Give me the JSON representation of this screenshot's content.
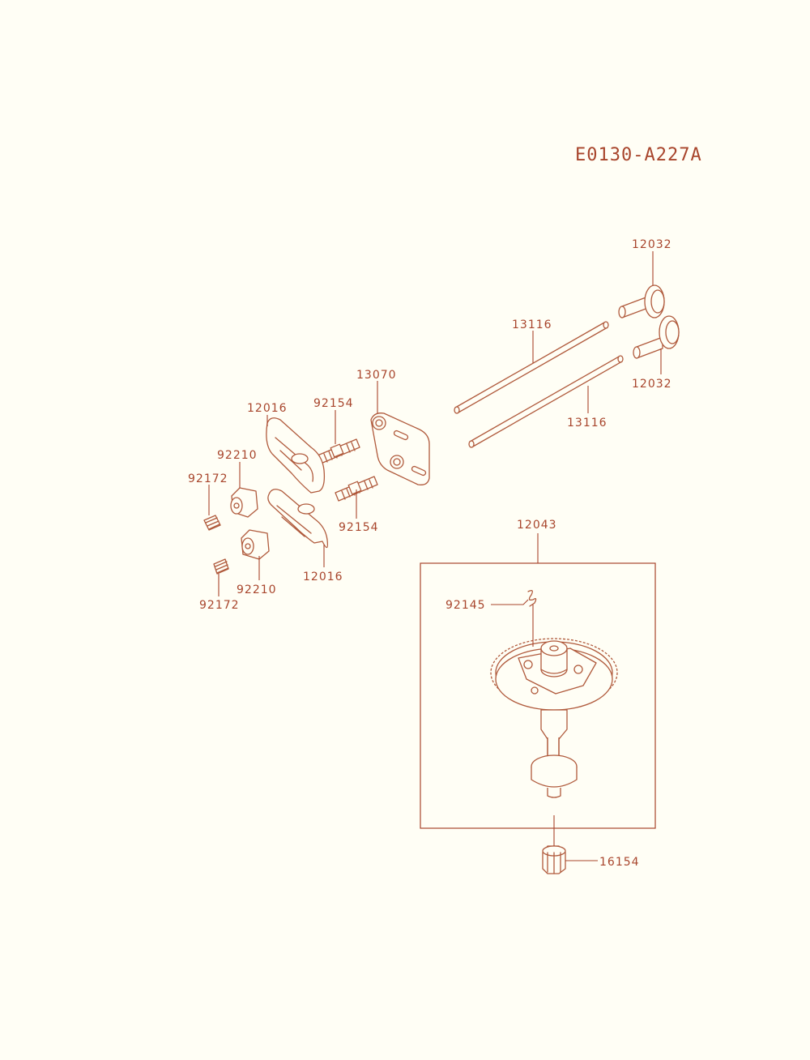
{
  "diagram_code": "E0130-A227A",
  "colors": {
    "ink": "#a8452c",
    "paper": "#fffef5"
  },
  "callouts": {
    "valve_a": "12032",
    "pushrod_a": "13116",
    "valve_b": "12032",
    "pushrod_b": "13116",
    "guide_plate": "13070",
    "stud_a": "92154",
    "stud_b": "92154",
    "rocker_a": "12016",
    "rocker_b": "12016",
    "nut_a": "92210",
    "nut_b": "92210",
    "setscrew_a": "92172",
    "setscrew_b": "92172",
    "camshaft_assembly": "12043",
    "spring": "92145",
    "oil_pump_rotor": "16154"
  }
}
